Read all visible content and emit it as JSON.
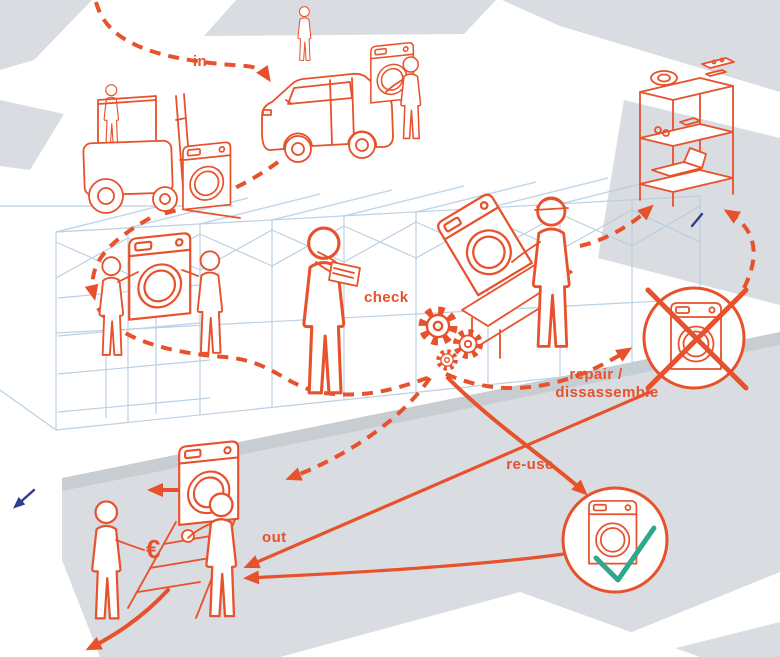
{
  "diagram": {
    "labels": {
      "in": "in",
      "check": "check",
      "repair_line1": "repair /",
      "repair_line2": "dissassemble",
      "reuse": "re-use",
      "out": "out",
      "euro": "€"
    },
    "colors": {
      "accent": "#e7512b",
      "wireframe": "#b7cee2",
      "block_gray": "#d9dce0",
      "block_gray_dark": "#c8cdd2",
      "check_green": "#2fa78c",
      "navy": "#2b3e8f"
    }
  }
}
